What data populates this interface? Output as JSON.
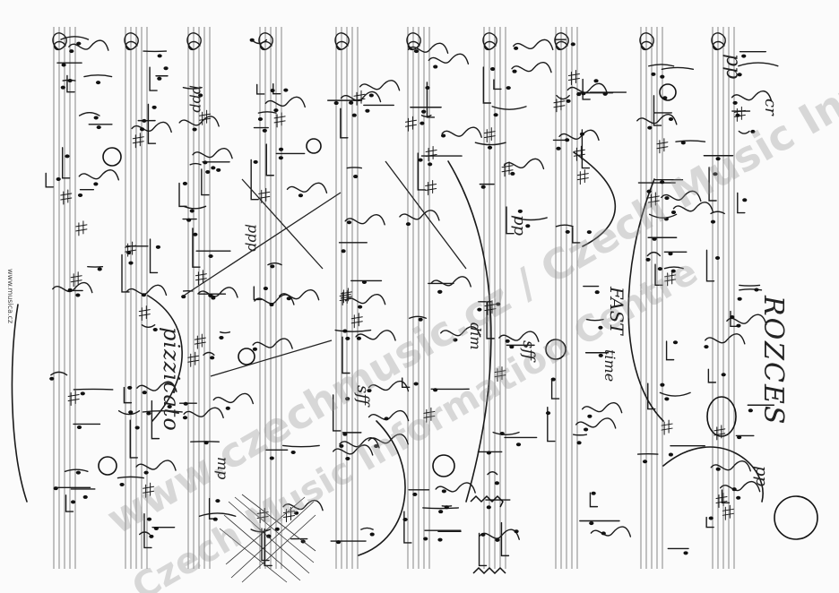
{
  "score": {
    "directions": {
      "pp_top": "pp",
      "cresc": "cr",
      "rozces": "ROZCES",
      "fast": "FAST",
      "time": "time",
      "ppp_a": "ppp",
      "ppp_b": "ppp",
      "pp_bottom": "pp",
      "sff_a": "sff",
      "sff_b": "sff",
      "dim": "dim",
      "mp": "mp",
      "pp_c": "pp",
      "pizz": "pizzicato"
    },
    "watermarks": {
      "line1": "www.czechmusic.cz / Czech Music Information Centre",
      "line2": "Czech Music Information Centre"
    },
    "url": "www.musica.cz"
  }
}
